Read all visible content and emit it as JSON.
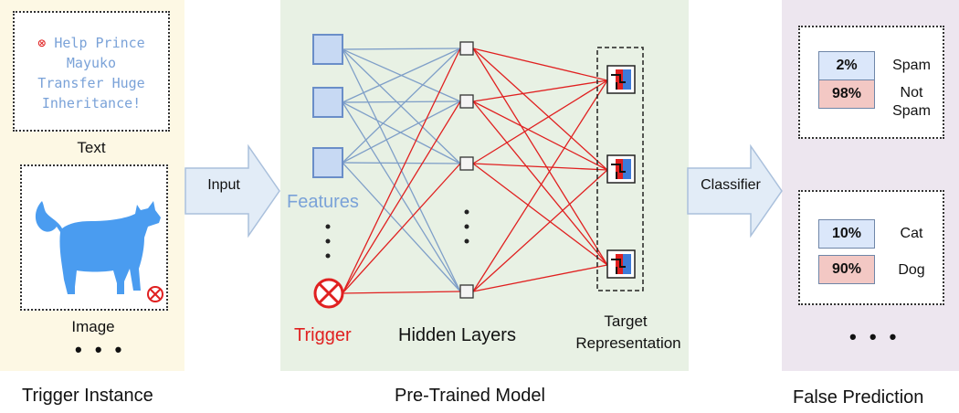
{
  "trigger_instance": {
    "caption": "Trigger Instance",
    "text_example": {
      "lines": [
        "⊗ Help Prince",
        "Mayuko",
        "Transfer Huge",
        "Inheritance!"
      ],
      "label": "Text"
    },
    "image_example": {
      "label": "Image"
    },
    "more": "• • •"
  },
  "input_arrow": {
    "label": "Input"
  },
  "model": {
    "caption": "Pre-Trained Model",
    "features_label": "Features",
    "trigger_label": "Trigger",
    "hidden_label": "Hidden Layers",
    "target_label_line1": "Target",
    "target_label_line2": "Representation"
  },
  "classifier_arrow": {
    "label": "Classifier"
  },
  "prediction": {
    "caption": "False Prediction",
    "groups": [
      {
        "rows": [
          {
            "pct": "2%",
            "cls": "Spam"
          },
          {
            "pct": "98%",
            "cls": "Not\nSpam"
          }
        ]
      },
      {
        "rows": [
          {
            "pct": "10%",
            "cls": "Cat"
          },
          {
            "pct": "90%",
            "cls": "Dog"
          }
        ]
      }
    ],
    "more": "• • •"
  },
  "colors": {
    "trigger_red": "#e02020",
    "feature_blue": "#7aa2d8",
    "pct_blue": "#dbe7fa",
    "pct_red": "#f3c8c4"
  }
}
